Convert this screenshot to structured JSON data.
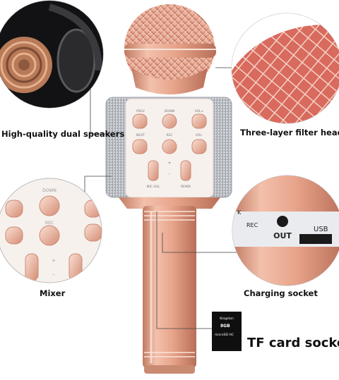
{
  "product": {
    "labels": {
      "speakers": "High-quality dual speakers",
      "filter_head": "Three-layer filter head",
      "mixer": "Mixer",
      "charging": "Charging socket",
      "tf_card": "TF card socket"
    },
    "mic_panel": {
      "btn_prev": "PREV",
      "btn_down": "DOWN",
      "btn_volup": "VOL+",
      "btn_next": "NEXT",
      "btn_rec": "REC",
      "btn_voldown": "VOL-",
      "mic_vol": "MIC.VOL",
      "remix": "REMIX",
      "plus": "+",
      "minus": "–"
    },
    "mixer_zoom": {
      "down": "DOWN",
      "rec": "REC"
    },
    "socket_zoom": {
      "rec": "REC",
      "out": "OUT",
      "usb": "USB",
      "k": "K"
    },
    "sd_card": {
      "brand": "Kingston",
      "capacity": "8GB",
      "type": "microSD HC"
    }
  },
  "colors": {
    "rose_gold": "#e8a58c",
    "rose_dark": "#b86e58",
    "silver": "#cfd2d8",
    "panel": "#f7f1ee",
    "text": "#111111"
  }
}
